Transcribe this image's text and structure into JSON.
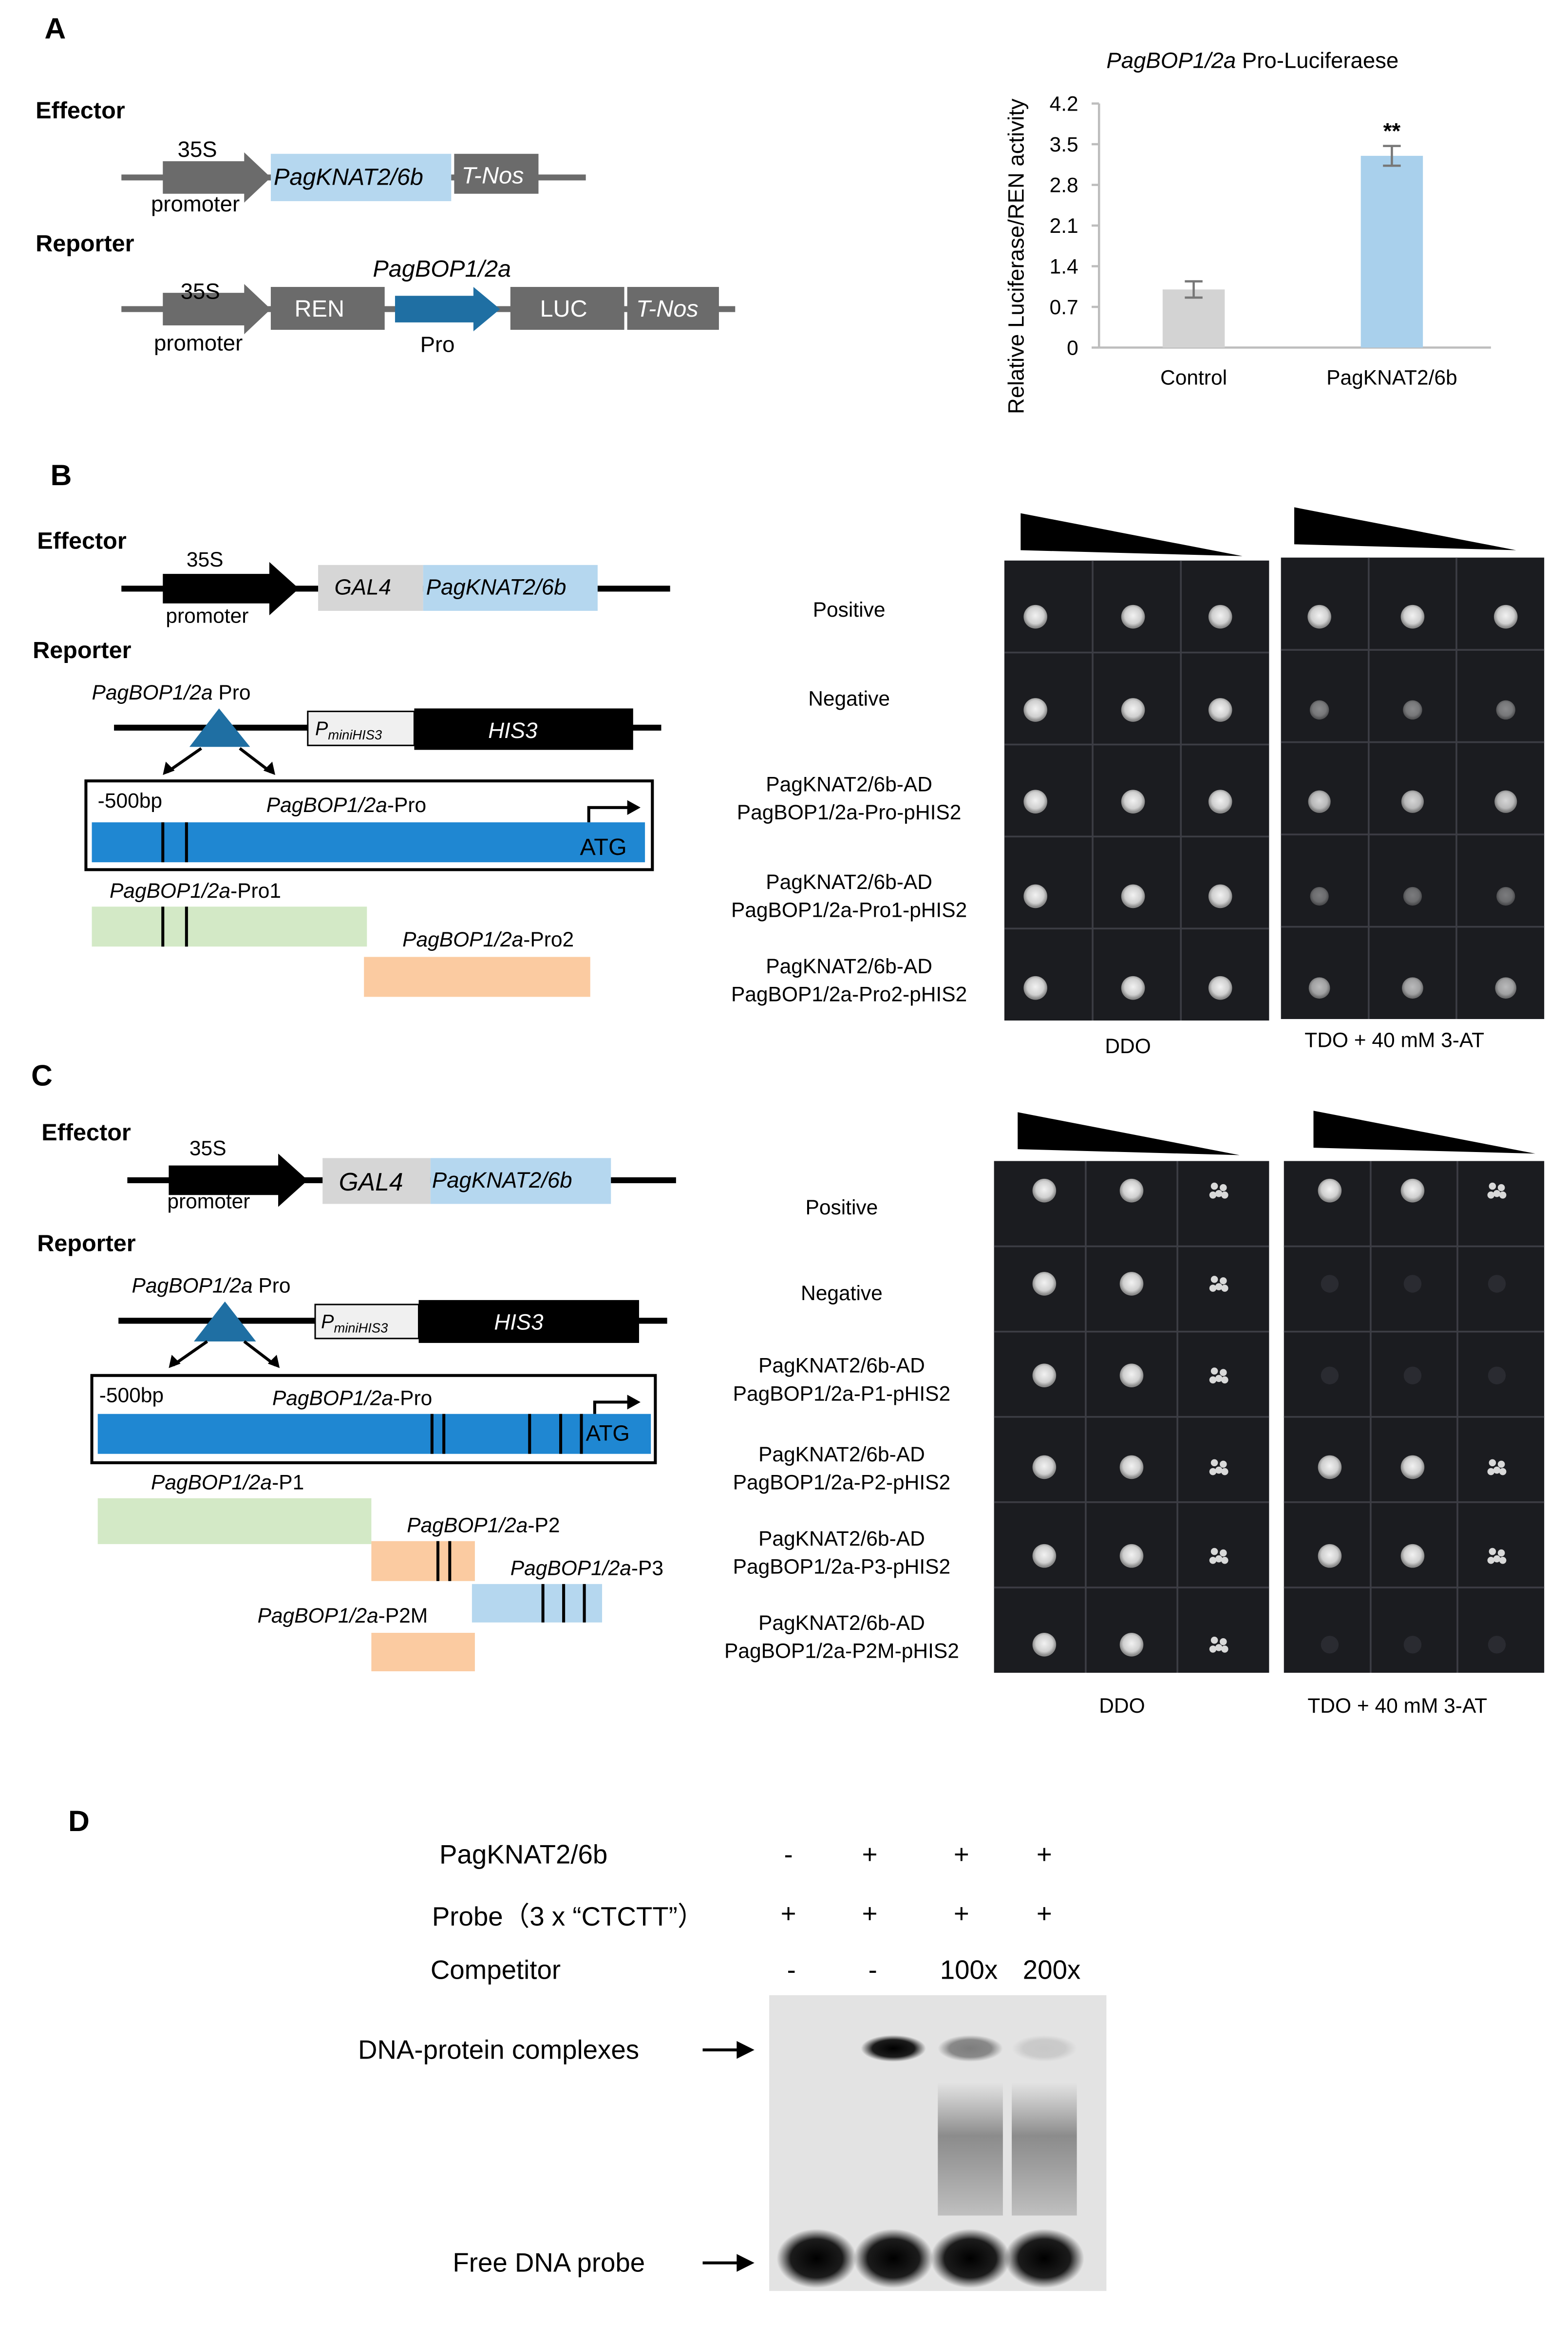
{
  "panelA": {
    "label": "A",
    "effector_title": "Effector",
    "reporter_title": "Reporter",
    "p35s": "35S",
    "promoter": "promoter",
    "effector_gene": "PagKNAT2/6b",
    "tnos": "T-Nos",
    "ren": "REN",
    "luc": "LUC",
    "target_gene": "PagBOP1/2a",
    "pro": "Pro",
    "colors": {
      "gray": "#6b6b6b",
      "lightblue": "#b5d7ef",
      "blue": "#1f6fa3",
      "control_bar": "#d3d3d3",
      "treat_bar": "#a9d0ec"
    },
    "chart_data": {
      "type": "bar",
      "title_italic": "PagBOP1/2a",
      "title_rest": " Pro-Luciferaese",
      "ylabel": "Relative Luciferase/REN activity",
      "ylim": [
        0,
        4.2
      ],
      "yticks": [
        "0",
        "0.7",
        "1.4",
        "2.1",
        "2.8",
        "3.5",
        "4.2"
      ],
      "categories": [
        "Control",
        "PagKNAT2/6b"
      ],
      "values": [
        1.0,
        3.3
      ],
      "errors": [
        0.14,
        0.17
      ],
      "annotations": [
        "",
        "**"
      ]
    }
  },
  "panelB": {
    "label": "B",
    "effector_title": "Effector",
    "reporter_title": "Reporter",
    "p35s": "35S",
    "promoter": "promoter",
    "gal4": "GAL4",
    "effector_gene": "PagKNAT2/6b",
    "pro_label_italic": "PagBOP1/2a",
    "pro_label_rest": " Pro",
    "pmini_p": "P",
    "pmini_sub": "miniHIS3",
    "his3": "HIS3",
    "bp500": "-500bp",
    "box_italic": "PagBOP1/2a",
    "box_rest": "-Pro",
    "atg": "ATG",
    "frag1_italic": "PagBOP1/2a",
    "frag1_rest": "-Pro1",
    "frag2_italic": "PagBOP1/2a",
    "frag2_rest": "-Pro2",
    "rows": [
      {
        "line1": "Positive",
        "line2": ""
      },
      {
        "line1": "Negative",
        "line2": ""
      },
      {
        "line1": "PagKNAT2/6b-AD",
        "line2": "PagBOP1/2a-Pro-pHIS2"
      },
      {
        "line1": "PagKNAT2/6b-AD",
        "line2": "PagBOP1/2a-Pro1-pHIS2"
      },
      {
        "line1": "PagKNAT2/6b-AD",
        "line2": "PagBOP1/2a-Pro2-pHIS2"
      }
    ],
    "ddo": "DDO",
    "tdo": "TDO + 40 mM 3-AT",
    "tdo_growth": [
      1,
      0.25,
      0.8,
      0.15,
      0.6
    ]
  },
  "panelC": {
    "label": "C",
    "effector_title": "Effector",
    "reporter_title": "Reporter",
    "p35s": "35S",
    "promoter": "promoter",
    "gal4": "GAL4",
    "effector_gene": "PagKNAT2/6b",
    "pro_label_italic": "PagBOP1/2a",
    "pro_label_rest": " Pro",
    "pmini_p": "P",
    "pmini_sub": "miniHIS3",
    "his3": "HIS3",
    "bp500": "-500bp",
    "box_italic": "PagBOP1/2a",
    "box_rest": "-Pro",
    "atg": "ATG",
    "p1_italic": "PagBOP1/2a",
    "p1_rest": "-P1",
    "p2_italic": "PagBOP1/2a",
    "p2_rest": "-P2",
    "p3_italic": "PagBOP1/2a",
    "p3_rest": "-P3",
    "p2m_italic": "PagBOP1/2a",
    "p2m_rest": "-P2M",
    "rows": [
      {
        "line1": "Positive",
        "line2": ""
      },
      {
        "line1": "Negative",
        "line2": ""
      },
      {
        "line1": "PagKNAT2/6b-AD",
        "line2": "PagBOP1/2a-P1-pHIS2"
      },
      {
        "line1": "PagKNAT2/6b-AD",
        "line2": "PagBOP1/2a-P2-pHIS2"
      },
      {
        "line1": "PagKNAT2/6b-AD",
        "line2": "PagBOP1/2a-P3-pHIS2"
      },
      {
        "line1": "PagKNAT2/6b-AD",
        "line2": "PagBOP1/2a-P2M-pHIS2"
      }
    ],
    "ddo": "DDO",
    "tdo": "TDO + 40 mM 3-AT",
    "tdo_growth": [
      1,
      0.05,
      0.03,
      1,
      1,
      0.03
    ],
    "colors": {
      "green": "#d3e9c6",
      "orange": "#fbcba1",
      "blue3": "#b5d7ef"
    }
  },
  "panelD": {
    "label": "D",
    "row1": "PagKNAT2/6b",
    "row2": "Probe（3 x “CTCTT”）",
    "row3": "Competitor",
    "lanes": [
      {
        "r1": "-",
        "r2": "+",
        "r3": "-"
      },
      {
        "r1": "+",
        "r2": "+",
        "r3": "-"
      },
      {
        "r1": "+",
        "r2": "+",
        "r3": "100x"
      },
      {
        "r1": "+",
        "r2": "+",
        "r3": "200x"
      }
    ],
    "complex_label": "DNA-protein complexes",
    "free_label": "Free DNA probe",
    "complex_intensity": [
      0,
      1,
      0.45,
      0.12
    ]
  }
}
